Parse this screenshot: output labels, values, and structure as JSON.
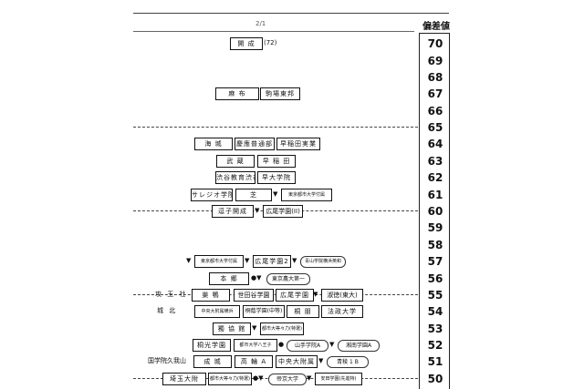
{
  "header": {
    "page": "2/1",
    "scale_title": "偏差値"
  },
  "scale": [
    "70",
    "69",
    "68",
    "67",
    "66",
    "65",
    "64",
    "63",
    "62",
    "61",
    "60",
    "59",
    "58",
    "57",
    "56",
    "55",
    "54",
    "53",
    "52",
    "51",
    "50"
  ],
  "rows": {
    "r70": {
      "school": "開 成",
      "note": "(72)"
    },
    "r67": {
      "a": "麻 布",
      "b": "駒場東邦"
    },
    "r64": {
      "a": "海 城",
      "b": "慶應普通部",
      "c": "早稲田実業"
    },
    "r63": {
      "a": "武 蔵",
      "b": "早 稲 田"
    },
    "r62": {
      "a": "渋谷教育渋谷",
      "b": "早大学院"
    },
    "r61": {
      "a": "サレジオ学院A",
      "b": "芝",
      "c": "東京都市大学付属"
    },
    "r60": {
      "a": "逗子開成",
      "b": "広尾学園(II)"
    },
    "r57": {
      "a": "東京都市大学付属",
      "b": "広尾学園2",
      "c": "青山学院横浜英和"
    },
    "r56": {
      "a": "本 郷",
      "b": "東京農大第一"
    },
    "r55": {
      "a": "攻 玉 社",
      "b": "巣 鴨",
      "c": "世田谷学園",
      "d": "広尾学園",
      "e": "淑徳(東大)"
    },
    "r54": {
      "a": "城 北",
      "b": "中央大附属横浜",
      "c": "桐蔭学園(中等)",
      "d": "桐 朋",
      "e": "法政大学"
    },
    "r53": {
      "a": "獨 協 館",
      "b": "都市大等々力(特選)"
    },
    "r52": {
      "a": "桐光学園",
      "b": "都市大学八王子",
      "c": "山手学院A",
      "d": "湘南学園A"
    },
    "r51": {
      "a": "国学院久我山",
      "b": "成 城",
      "c": "高 輪 A",
      "d": "中央大附属",
      "e": "青稜 1 B"
    },
    "r50": {
      "a": "埼玉大附",
      "b": "都市大等々力(特選)",
      "c": "帝京大学",
      "d": "安田学園(先進特)"
    }
  }
}
